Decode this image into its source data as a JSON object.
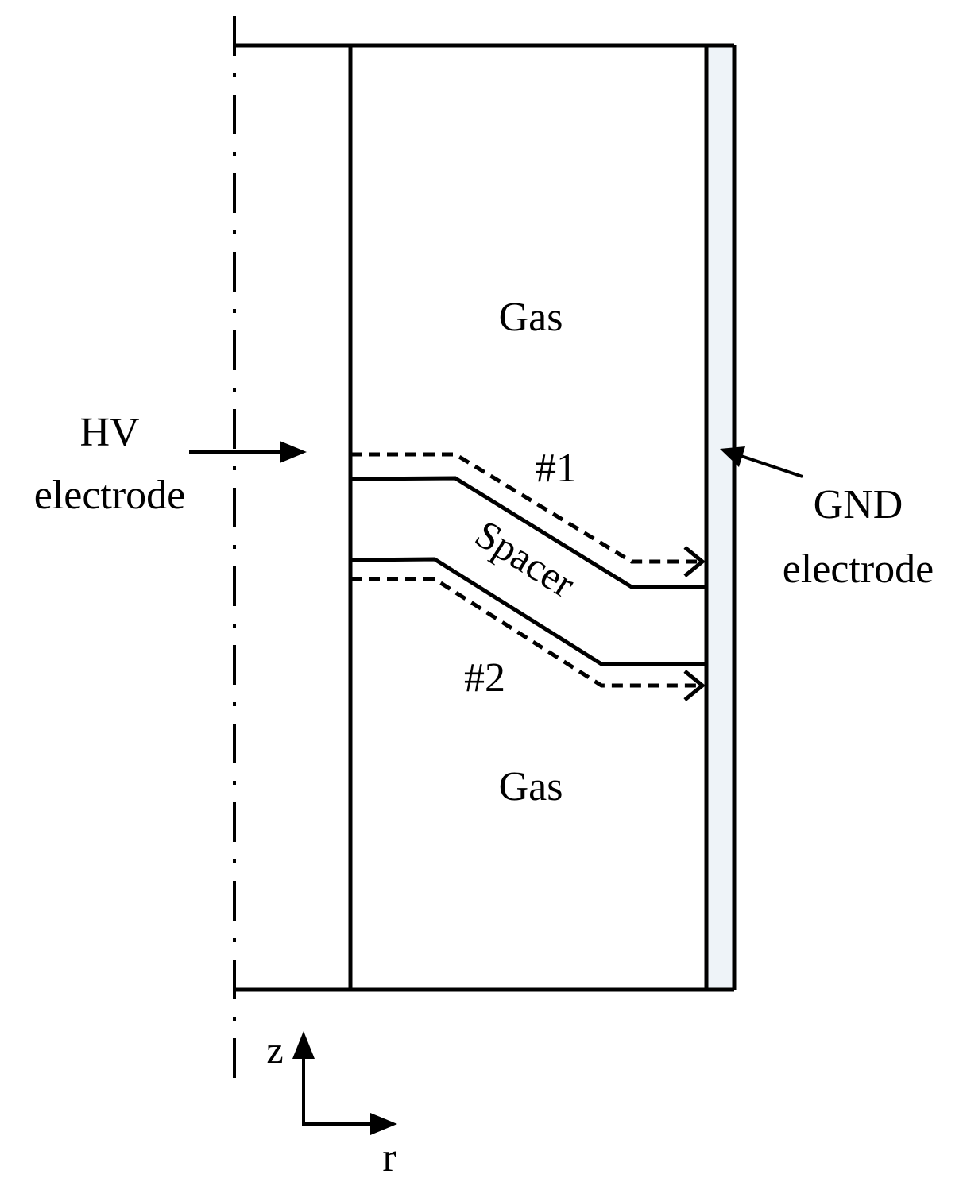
{
  "labels": {
    "gas_top": "Gas",
    "gas_bottom": "Gas",
    "hv_line1": "HV",
    "hv_line2": "electrode",
    "gnd_line1": "GND",
    "gnd_line2": "electrode",
    "path_1": "#1",
    "path_2": "#2",
    "spacer": "Spacer",
    "axis_z": "z",
    "axis_r": "r"
  },
  "colors": {
    "stroke": "#000000",
    "electrode_fill": "#eef3f8",
    "background": "#ffffff"
  }
}
